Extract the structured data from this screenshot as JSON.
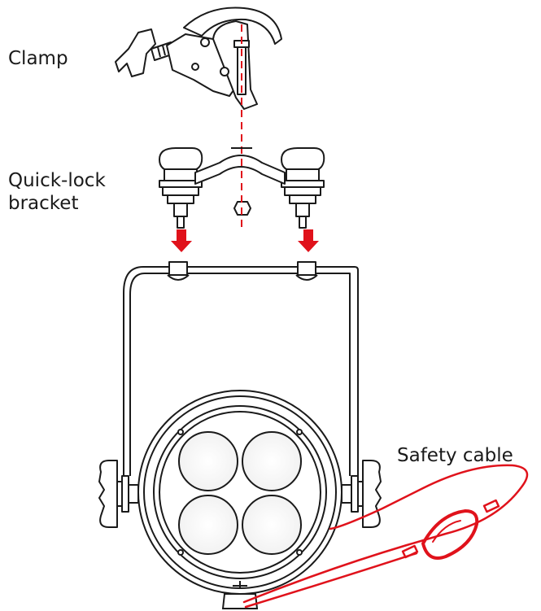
{
  "labels": {
    "clamp": "Clamp",
    "bracket_line1": "Quick-lock",
    "bracket_line2": "bracket",
    "safety_cable": "Safety cable"
  },
  "colors": {
    "line": "#1a1a1a",
    "accent_red": "#e0121b",
    "background": "#ffffff"
  }
}
